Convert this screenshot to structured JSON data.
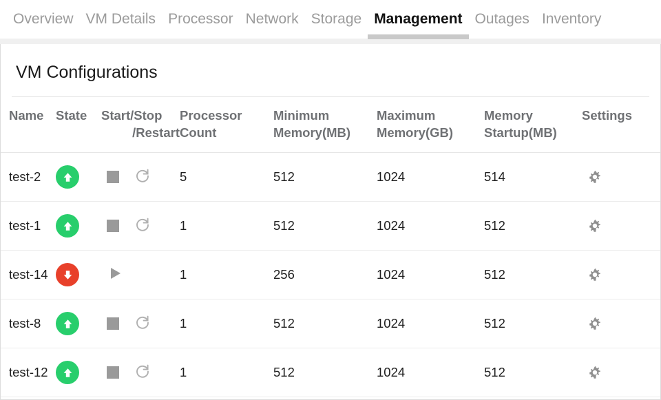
{
  "tabs": [
    {
      "label": "Overview",
      "active": false
    },
    {
      "label": "VM Details",
      "active": false
    },
    {
      "label": "Processor",
      "active": false
    },
    {
      "label": "Network",
      "active": false
    },
    {
      "label": "Storage",
      "active": false
    },
    {
      "label": "Management",
      "active": true
    },
    {
      "label": "Outages",
      "active": false
    },
    {
      "label": "Inventory",
      "active": false
    }
  ],
  "panel": {
    "title": "VM Configurations"
  },
  "table": {
    "columns": [
      {
        "line1": "Name",
        "line2": ""
      },
      {
        "line1": "State",
        "line2": ""
      },
      {
        "line1": "Start/Stop",
        "line2": "/Restart"
      },
      {
        "line1": "Processor",
        "line2": "Count"
      },
      {
        "line1": "Minimum",
        "line2": "Memory(MB)"
      },
      {
        "line1": "Maximum",
        "line2": "Memory(GB)"
      },
      {
        "line1": "Memory",
        "line2": "Startup(MB)"
      },
      {
        "line1": "Settings",
        "line2": ""
      }
    ],
    "rows": [
      {
        "name": "test-2",
        "state": "running",
        "state_icon": "arrow-up-circle-icon",
        "actions": [
          "stop-icon",
          "restart-icon"
        ],
        "processor_count": "5",
        "minimum_memory_mb": "512",
        "maximum_memory_gb": "1024",
        "memory_startup_mb": "514",
        "settings_icon": "gear-icon"
      },
      {
        "name": "test-1",
        "state": "running",
        "state_icon": "arrow-up-circle-icon",
        "actions": [
          "stop-icon",
          "restart-icon"
        ],
        "processor_count": "1",
        "minimum_memory_mb": "512",
        "maximum_memory_gb": "1024",
        "memory_startup_mb": "512",
        "settings_icon": "gear-icon"
      },
      {
        "name": "test-14",
        "state": "stopped",
        "state_icon": "arrow-down-circle-icon",
        "actions": [
          "play-icon"
        ],
        "processor_count": "1",
        "minimum_memory_mb": "256",
        "maximum_memory_gb": "1024",
        "memory_startup_mb": "512",
        "settings_icon": "gear-icon"
      },
      {
        "name": "test-8",
        "state": "running",
        "state_icon": "arrow-up-circle-icon",
        "actions": [
          "stop-icon",
          "restart-icon"
        ],
        "processor_count": "1",
        "minimum_memory_mb": "512",
        "maximum_memory_gb": "1024",
        "memory_startup_mb": "512",
        "settings_icon": "gear-icon"
      },
      {
        "name": "test-12",
        "state": "running",
        "state_icon": "arrow-up-circle-icon",
        "actions": [
          "stop-icon",
          "restart-icon"
        ],
        "processor_count": "1",
        "minimum_memory_mb": "512",
        "maximum_memory_gb": "1024",
        "memory_startup_mb": "512",
        "settings_icon": "gear-icon"
      }
    ]
  },
  "colors": {
    "state_running": "#28ce6c",
    "state_stopped": "#e8402a",
    "tab_active_underline": "#c9c9c9",
    "header_text": "#6f7174",
    "icon_gray": "#9a9a9a"
  }
}
